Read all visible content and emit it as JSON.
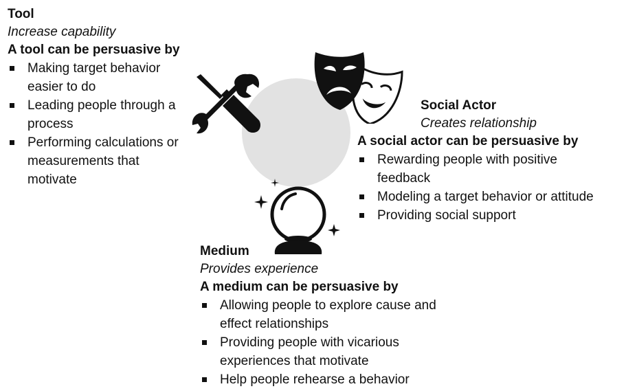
{
  "colors": {
    "circle": "#e2e2e2",
    "text": "#111111",
    "icon": "#111111"
  },
  "icons": {
    "tool": "wrench-screwdriver-icon",
    "social": "theater-masks-icon",
    "medium": "crystal-ball-icon"
  },
  "tool": {
    "title": "Tool",
    "subtitle": "Increase capability",
    "lead": "A tool can be persuasive by",
    "items": [
      "Making target behavior easier to do",
      "Leading people through a process",
      "Performing calculations or measurements that motivate"
    ]
  },
  "social_actor": {
    "title": "Social Actor",
    "subtitle": "Creates relationship",
    "lead": "A social actor can be persuasive by",
    "items": [
      "Rewarding people with positive feedback",
      "Modeling a target behavior or attitude",
      "Providing social support"
    ]
  },
  "medium": {
    "title": "Medium",
    "subtitle": "Provides experience",
    "lead": "A medium can be persuasive by",
    "items": [
      "Allowing people to explore cause and effect relationships",
      "Providing people with vicarious experiences that motivate",
      "Help people rehearse a behavior"
    ]
  }
}
